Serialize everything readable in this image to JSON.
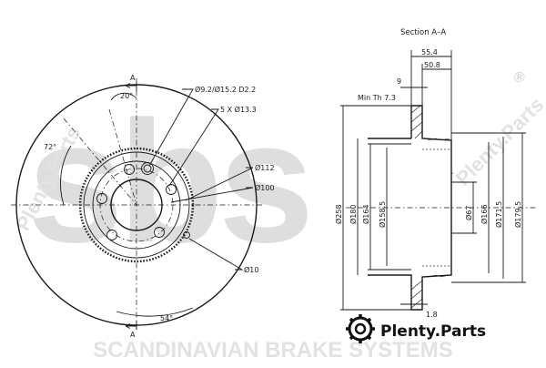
{
  "front_view": {
    "dims": {
      "angle_a": "20°",
      "angle_b": "72°",
      "angle_c": "54°",
      "hole_spec": "Ø9.2/Ø15.2 D2.2",
      "bolt_spec": "5 X Ø13.3",
      "d112": "Ø112",
      "d100": "Ø100",
      "d10": "Ø10",
      "section_mark_top": "A",
      "section_mark_bottom": "A"
    }
  },
  "section_view": {
    "title": "Section A–A",
    "min_thickness": "Min Th 7.3",
    "dims": {
      "w55_4": "55.4",
      "w50_8": "50.8",
      "w9": "9",
      "w1_8": "1.8",
      "d258": "Ø258",
      "d180": "Ø180",
      "d164": "Ø164",
      "d158_5": "Ø158.5",
      "d67": "Ø67",
      "d166": "Ø166",
      "d171_5": "Ø171.5",
      "d179_5": "Ø179.5"
    }
  },
  "watermark": {
    "brand_logo": "sbs",
    "footer": "SCANDINAVIAN BRAKE SYSTEMS",
    "side_left": "Plenty.Parts",
    "side_right": "Plenty.Parts",
    "registered": "®"
  },
  "plenty_logo": {
    "text": "Plenty.Parts",
    "icon": "gear-icon"
  }
}
